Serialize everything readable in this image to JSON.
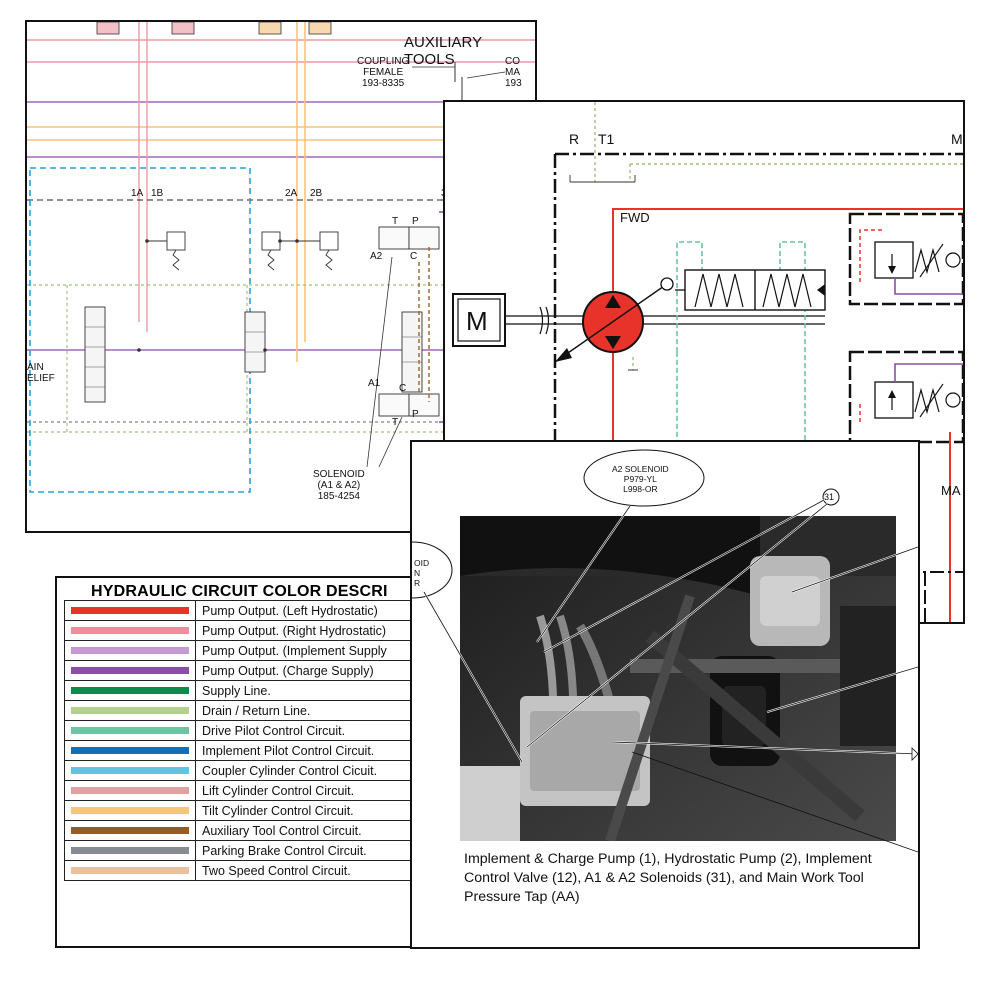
{
  "schematic_top": {
    "title": "AUXILIARY TOOLS",
    "coupling_female": [
      "COUPLING",
      "FEMALE",
      "193-8335"
    ],
    "coupling_male": [
      "CO",
      "MA",
      "193"
    ],
    "column_labels": [
      "1A",
      "1B",
      "2A",
      "2B",
      "3"
    ],
    "valve_ports": [
      "T",
      "P",
      "C",
      "A2",
      "A1",
      "C",
      "T",
      "P"
    ],
    "main_relief": [
      "AIN",
      "ELIEF"
    ],
    "solenoid_label": [
      "SOLENOID",
      "(A1 & A2)",
      "185-4254"
    ]
  },
  "schematic_motor": {
    "port_labels": [
      "R",
      "T1",
      "M"
    ],
    "fwd_label": "FWD",
    "motor_label": "M",
    "bottom_labels": [
      "MA"
    ]
  },
  "legend": {
    "title": "HYDRAULIC CIRCUIT COLOR DESCRI",
    "rows": [
      {
        "color": "#e8332a",
        "label": "Pump Output. (Left Hydrostatic)"
      },
      {
        "color": "#f08c9c",
        "label": "Pump Output. (Right Hydrostatic)"
      },
      {
        "color": "#c49ad4",
        "label": "Pump Output. (Implement Supply"
      },
      {
        "color": "#8b4ea6",
        "label": "Pump Output. (Charge Supply)"
      },
      {
        "color": "#0b8a4a",
        "label": "Supply Line."
      },
      {
        "color": "#b3d08e",
        "label": "Drain / Return Line."
      },
      {
        "color": "#6cc4a0",
        "label": "Drive Pilot Control Circuit."
      },
      {
        "color": "#1070b8",
        "label": "Implement Pilot Control Circuit."
      },
      {
        "color": "#62c3e0",
        "label": "Coupler Cylinder Control Cicuit."
      },
      {
        "color": "#dea0a0",
        "label": "Lift Cylinder Control Circuit."
      },
      {
        "color": "#f6c47c",
        "label": "Tilt Cylinder Control Circuit."
      },
      {
        "color": "#9a5a1e",
        "label": "Auxiliary Tool Control Circuit."
      },
      {
        "color": "#878c92",
        "label": "Parking Brake Control Circuit."
      },
      {
        "color": "#e8c29e",
        "label": "Two Speed Control Circuit."
      }
    ]
  },
  "photo_card": {
    "a2_callout": [
      "A2 SOLENOID",
      "P979-YL",
      "L998-OR"
    ],
    "a1_callout": [
      "OID",
      "N",
      "R"
    ],
    "item_number": "31",
    "caption": "Implement & Charge Pump (1), Hydrostatic Pump (2), Implement Control Valve (12), A1 & A2 Solenoids (31), and Main Work Tool Pressure Tap (AA)"
  }
}
